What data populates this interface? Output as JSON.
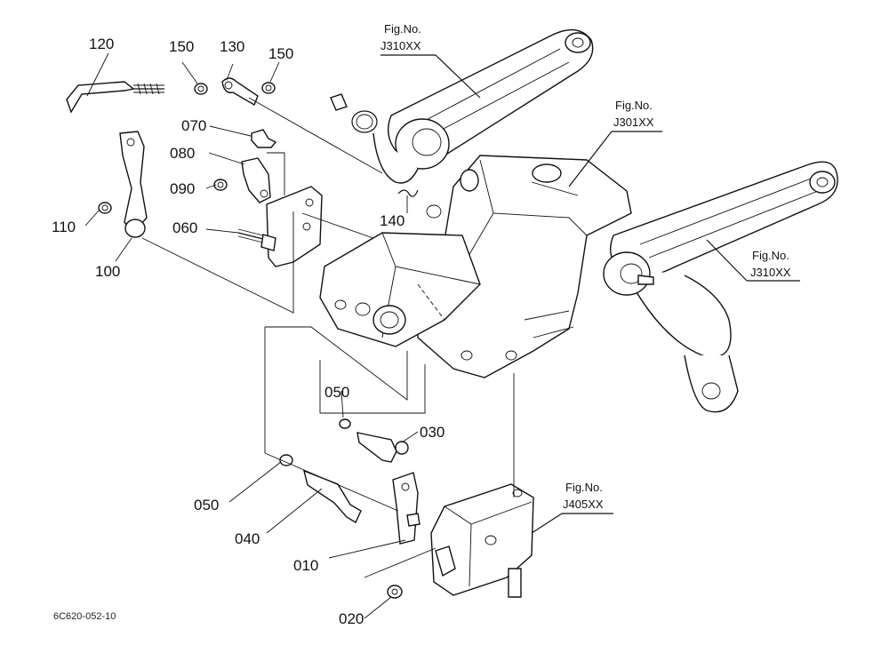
{
  "drawing_code": "6C620-052-10",
  "parts": [
    {
      "id": "p120",
      "label": "120"
    },
    {
      "id": "p150a",
      "label": "150"
    },
    {
      "id": "p130",
      "label": "130"
    },
    {
      "id": "p150b",
      "label": "150"
    },
    {
      "id": "p070",
      "label": "070"
    },
    {
      "id": "p080",
      "label": "080"
    },
    {
      "id": "p090",
      "label": "090"
    },
    {
      "id": "p060",
      "label": "060"
    },
    {
      "id": "p110",
      "label": "110"
    },
    {
      "id": "p100",
      "label": "100"
    },
    {
      "id": "p140",
      "label": "140"
    },
    {
      "id": "p050a",
      "label": "050"
    },
    {
      "id": "p030",
      "label": "030"
    },
    {
      "id": "p050b",
      "label": "050"
    },
    {
      "id": "p040",
      "label": "040"
    },
    {
      "id": "p010",
      "label": "010"
    },
    {
      "id": "p020",
      "label": "020"
    }
  ],
  "figure_refs": [
    {
      "id": "ref-j310-top",
      "line1": "Fig.No.",
      "line2": "J310XX"
    },
    {
      "id": "ref-j301",
      "line1": "Fig.No.",
      "line2": "J301XX"
    },
    {
      "id": "ref-j310-right",
      "line1": "Fig.No.",
      "line2": "J310XX"
    },
    {
      "id": "ref-j405",
      "line1": "Fig.No.",
      "line2": "J405XX"
    }
  ]
}
